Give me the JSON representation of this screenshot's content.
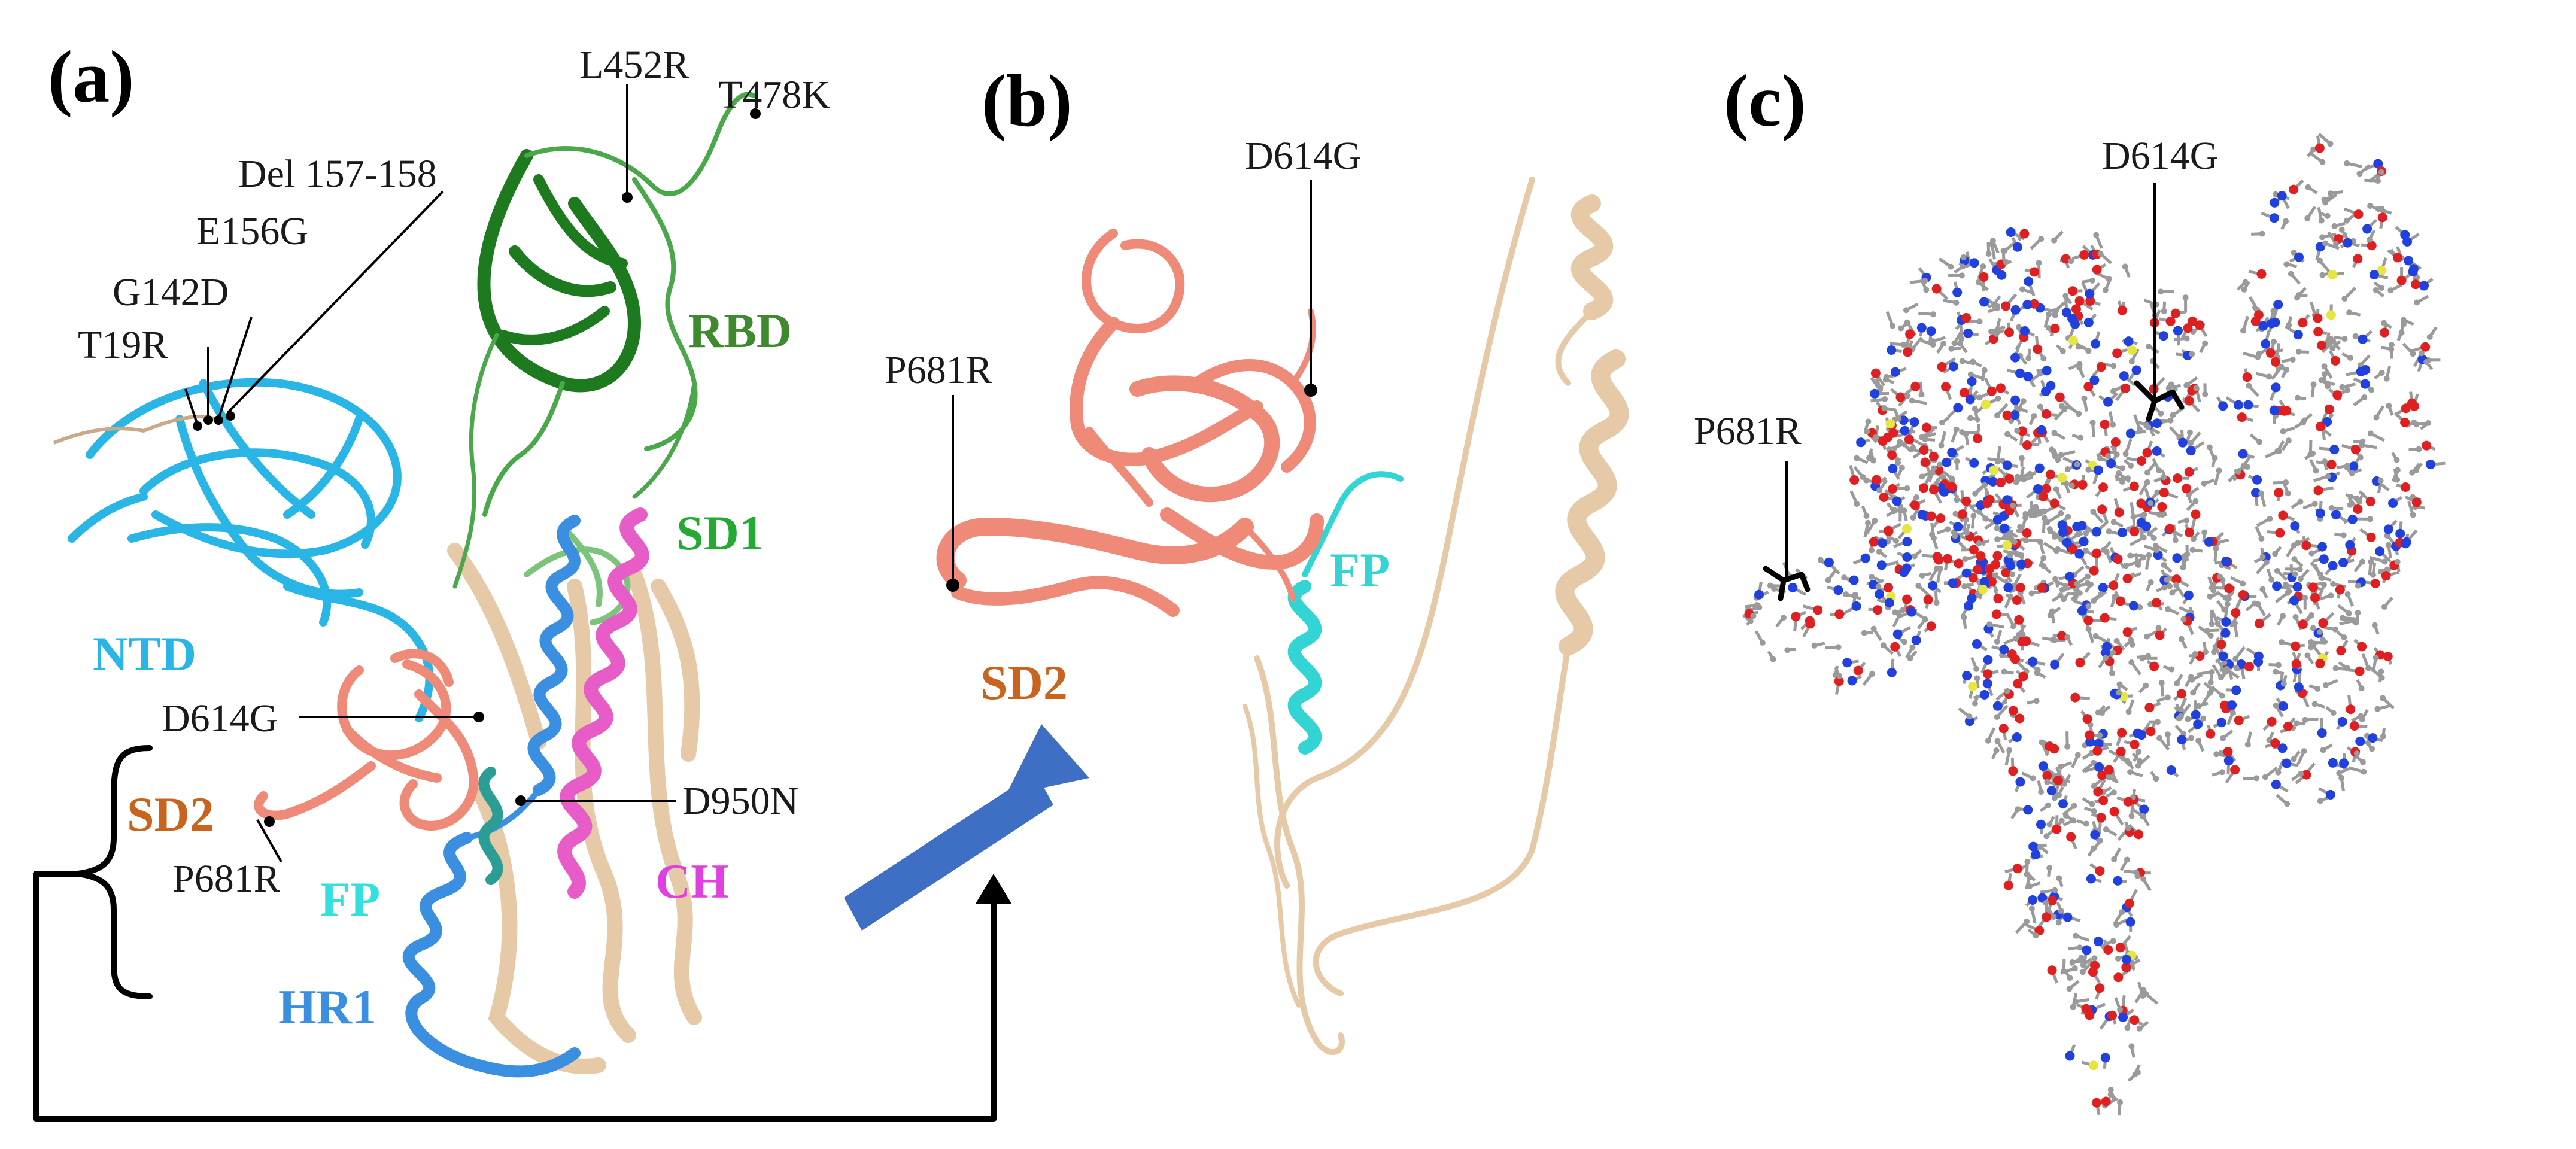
{
  "panels": {
    "a": "(a)",
    "b": "(b)",
    "c": "(c)"
  },
  "panel_a": {
    "mutations": {
      "l452r": "L452R",
      "t478k": "T478K",
      "del157": "Del 157-158",
      "e156g": "E156G",
      "g142d": "G142D",
      "t19r": "T19R",
      "d614g": "D614G",
      "d950n": "D950N",
      "p681r": "P681R"
    },
    "domains": {
      "rbd": "RBD",
      "sd1": "SD1",
      "ntd": "NTD",
      "sd2": "SD2",
      "fp": "FP",
      "ch": "CH",
      "hr1": "HR1"
    }
  },
  "panel_b": {
    "mutations": {
      "d614g": "D614G",
      "p681r": "P681R"
    },
    "domains": {
      "fp": "FP",
      "sd2": "SD2"
    }
  },
  "panel_c": {
    "mutations": {
      "d614g": "D614G",
      "p681r": "P681R"
    }
  },
  "colors": {
    "ntd": "#29b6e6",
    "rbd_dark": "#1e7a1e",
    "rbd_light": "#4aa84a",
    "rbd_label": "#3f8a2e",
    "sd1_label": "#22aa33",
    "sd2": "#ef8a78",
    "sd2_label": "#c8641e",
    "fp": "#33d4d4",
    "ch": "#e85cc8",
    "hr1": "#3a8fe0",
    "tan": "#e6c9a6",
    "arrow": "#3f6fc4",
    "atom_grey": "#9a9a9a",
    "atom_red": "#e02020",
    "atom_blue": "#2040e0",
    "atom_yellow": "#e6e640"
  }
}
